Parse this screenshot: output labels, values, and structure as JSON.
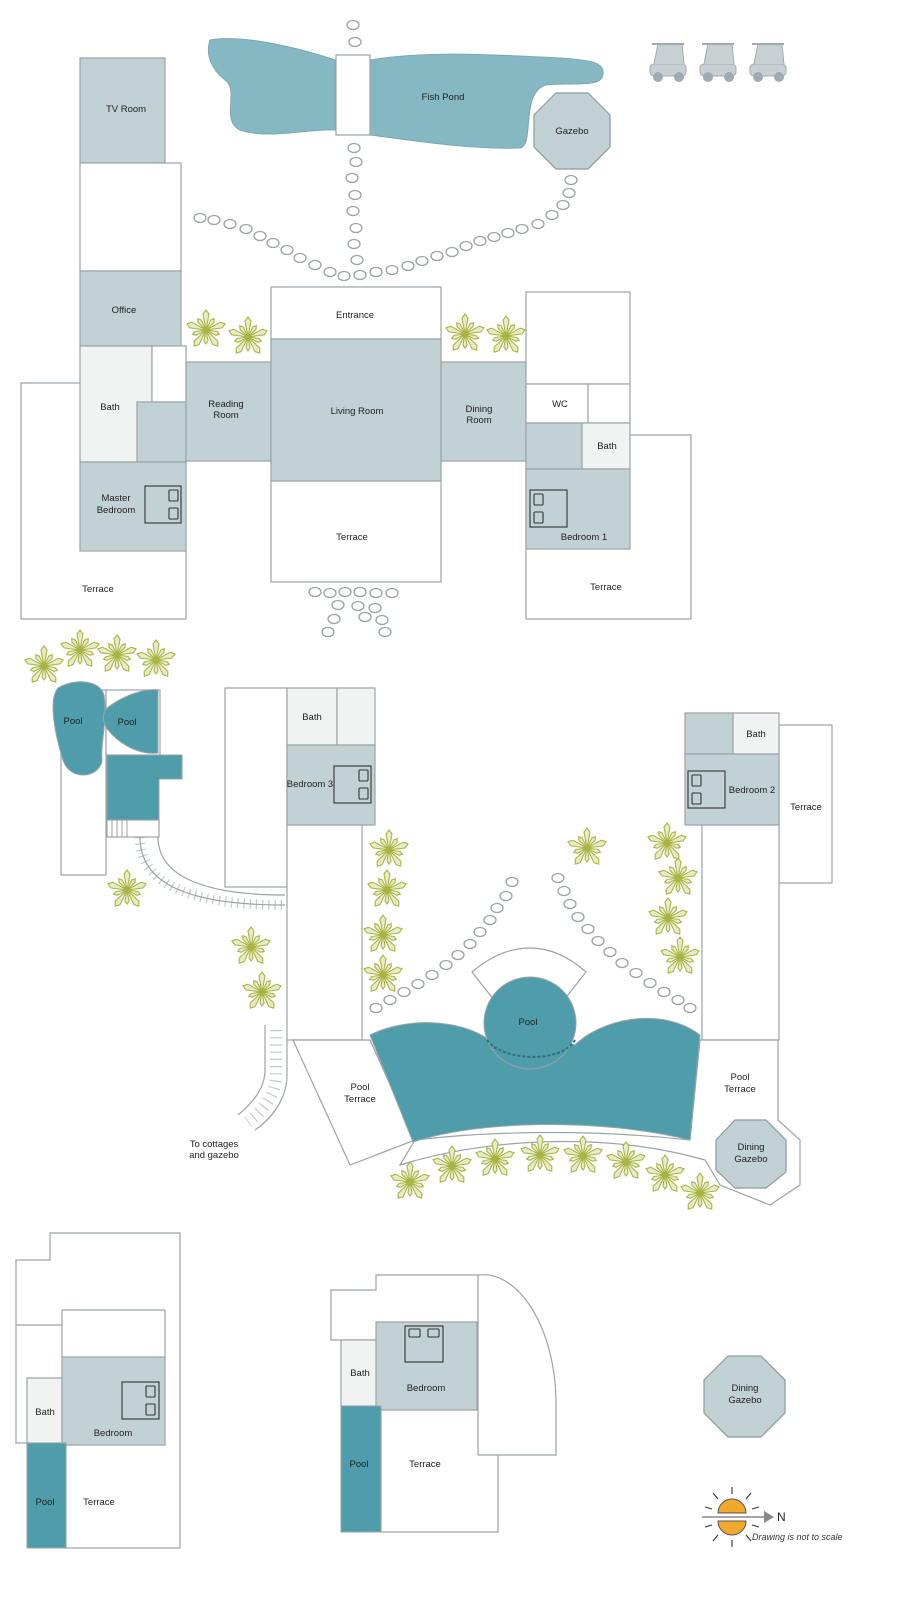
{
  "labels": {
    "tv_room": "TV Room",
    "fish_pond": "Fish Pond",
    "gazebo": "Gazebo",
    "office": "Office",
    "entrance": "Entrance",
    "reading_room_1": "Reading",
    "reading_room_2": "Room",
    "living_room": "Living Room",
    "dining_room_1": "Dining",
    "dining_room_2": "Room",
    "wc": "WC",
    "bath_main_left": "Bath",
    "bath_main_right": "Bath",
    "master_bedroom_1": "Master",
    "master_bedroom_2": "Bedroom",
    "bedroom_1": "Bedroom 1",
    "terrace_left": "Terrace",
    "terrace_center": "Terrace",
    "terrace_right": "Terrace",
    "pool_a": "Pool",
    "pool_b": "Pool",
    "bath_b3": "Bath",
    "bedroom_3": "Bedroom 3",
    "bath_b2": "Bath",
    "bedroom_2": "Bedroom 2",
    "terrace_b2": "Terrace",
    "pool_main": "Pool",
    "pool_terrace_left_1": "Pool",
    "pool_terrace_left_2": "Terrace",
    "pool_terrace_right_1": "Pool",
    "pool_terrace_right_2": "Terrace",
    "dining_gazebo_1_a": "Dining",
    "dining_gazebo_1_b": "Gazebo",
    "to_cottages_1": "To cottages",
    "to_cottages_2": "and gazebo",
    "cottage1_bath": "Bath",
    "cottage1_bedroom": "Bedroom",
    "cottage1_pool": "Pool",
    "cottage1_terrace": "Terrace",
    "cottage2_bath": "Bath",
    "cottage2_bedroom": "Bedroom",
    "cottage2_pool": "Pool",
    "cottage2_terrace": "Terrace",
    "dining_gazebo_2_a": "Dining",
    "dining_gazebo_2_b": "Gazebo",
    "north": "N",
    "scale_note": "Drawing is not to scale"
  },
  "colors": {
    "room": "#c1d1d4",
    "water": "#4f9daa",
    "pond": "#86b8c3",
    "plant": "#a9b443",
    "sun": "#f0a92c"
  },
  "icons": [
    "golf-cart-icon",
    "palm-plant-icon",
    "bed-icon",
    "sun-compass-icon",
    "stepping-stone-icon"
  ]
}
